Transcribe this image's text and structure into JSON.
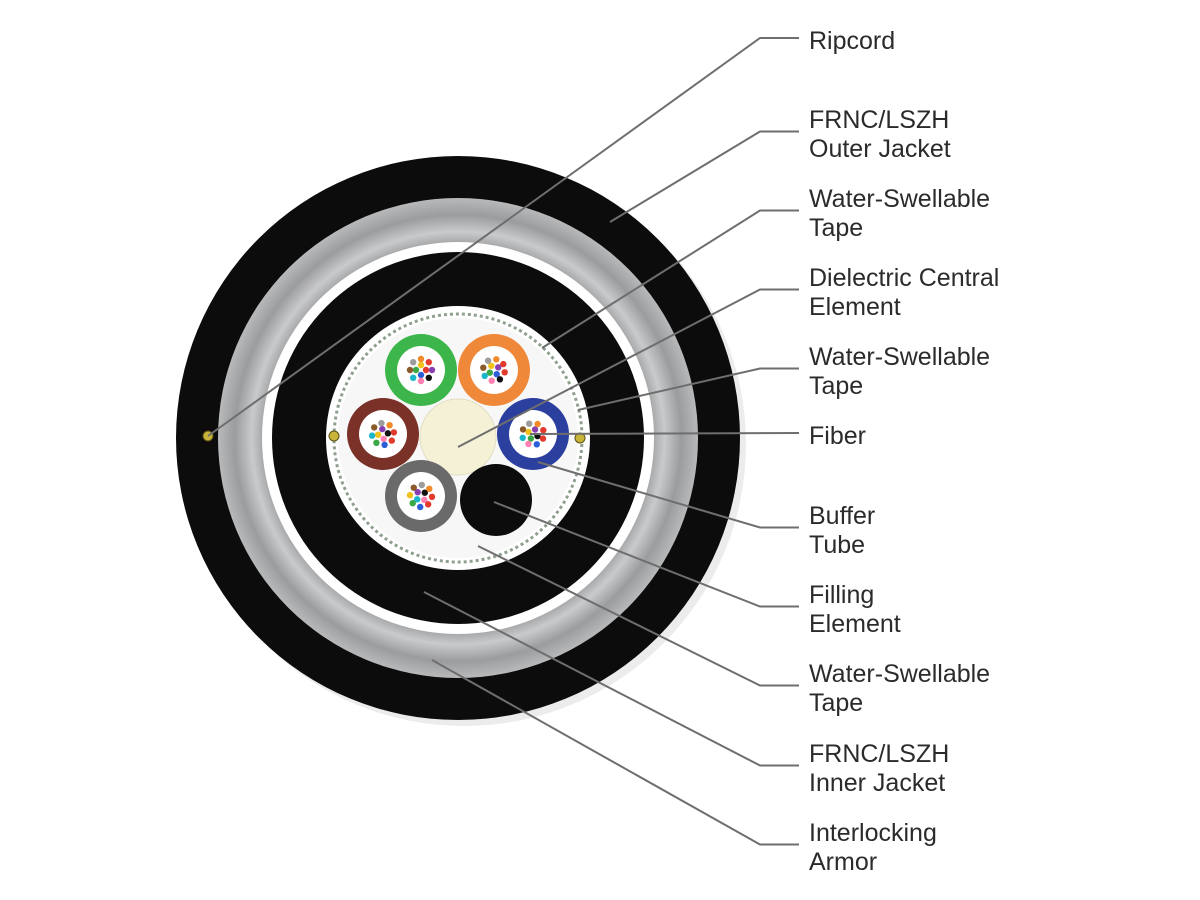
{
  "colors": {
    "jacket": "#0c0c0c",
    "armor": "#a9aaab",
    "tape": "#ffffff",
    "central_element": "#f4f1d6",
    "leader": "#6e6e6e",
    "text": "#2b2b2b",
    "ripcord": "#c9b43a"
  },
  "buffer_tubes": [
    {
      "position": "top-left",
      "color": "#3cb54a"
    },
    {
      "position": "top-right",
      "color": "#f0883a"
    },
    {
      "position": "right",
      "color": "#2b3f9e"
    },
    {
      "position": "left",
      "color": "#7a3127"
    },
    {
      "position": "bottom-left",
      "color": "#6a6a6a"
    }
  ],
  "labels": [
    {
      "id": "ripcord",
      "lines": [
        "Ripcord"
      ]
    },
    {
      "id": "outer-jacket",
      "lines": [
        "FRNC/LSZH",
        "Outer Jacket"
      ]
    },
    {
      "id": "water-swellable-tape-1",
      "lines": [
        "Water-Swellable",
        "Tape"
      ]
    },
    {
      "id": "dielectric-central-element",
      "lines": [
        "Dielectric Central",
        "Element"
      ]
    },
    {
      "id": "water-swellable-tape-2",
      "lines": [
        "Water-Swellable",
        "Tape"
      ]
    },
    {
      "id": "fiber",
      "lines": [
        "Fiber"
      ]
    },
    {
      "id": "buffer-tube",
      "lines": [
        "Buffer",
        "Tube"
      ]
    },
    {
      "id": "filling-element",
      "lines": [
        "Filling",
        "Element"
      ]
    },
    {
      "id": "water-swellable-tape-3",
      "lines": [
        "Water-Swellable",
        "Tape"
      ]
    },
    {
      "id": "inner-jacket",
      "lines": [
        "FRNC/LSZH",
        "Inner Jacket"
      ]
    },
    {
      "id": "interlocking-armor",
      "lines": [
        "Interlocking",
        "Armor"
      ]
    }
  ]
}
